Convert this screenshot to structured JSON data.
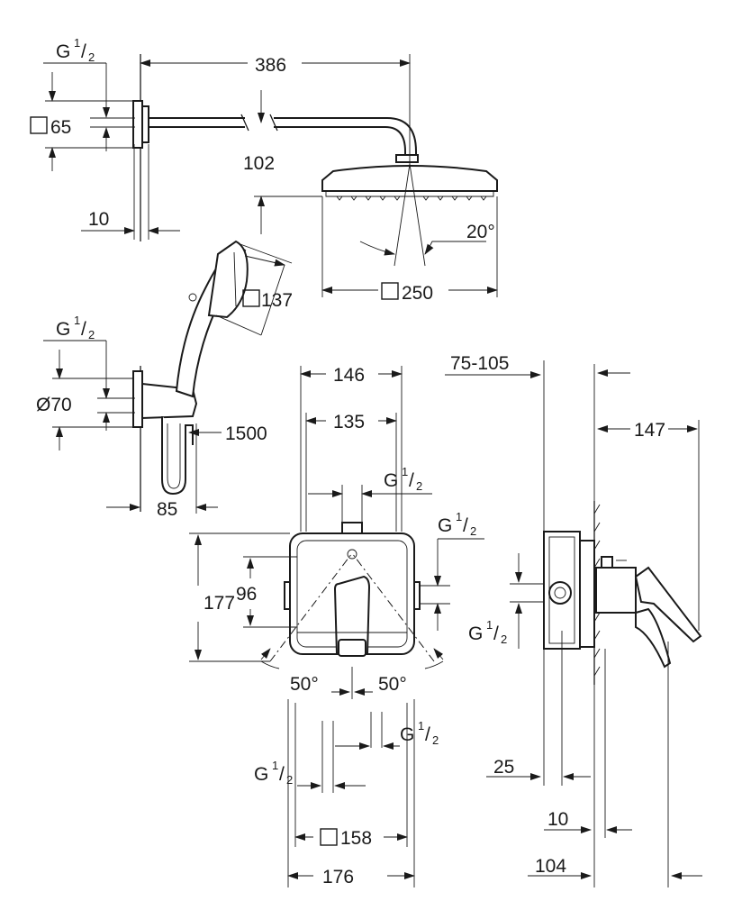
{
  "dimensions": {
    "shower_arm_length": "386",
    "arm_thread": {
      "main": "G",
      "num": "1",
      "den": "2"
    },
    "arm_flange_square": "65",
    "arm_drop": "102",
    "arm_wall_offset": "10",
    "angle_head": "20°",
    "head_square": "250",
    "hand_shower_square": "137",
    "holder_thread": {
      "main": "G",
      "num": "1",
      "den": "2"
    },
    "holder_diameter": "Ø70",
    "hose_length": "1500",
    "holder_projection": "85",
    "mixer_width_outer": "146",
    "mixer_width_inner": "135",
    "mixer_top_thread": {
      "main": "G",
      "num": "1",
      "den": "2"
    },
    "mixer_right_thread": {
      "main": "G",
      "num": "1",
      "den": "2"
    },
    "mixer_height": "177",
    "mixer_inner_height": "96",
    "angle_left": "50°",
    "angle_right": "50°",
    "outlet_thread_right": {
      "main": "G",
      "num": "1",
      "den": "2"
    },
    "outlet_thread_left": {
      "main": "G",
      "num": "1",
      "den": "2"
    },
    "plate_square": "158",
    "plate_width": "176",
    "install_depth": "75-105",
    "side_total_depth": "147",
    "side_thread": {
      "main": "G",
      "num": "1",
      "den": "2"
    },
    "side_25": "25",
    "side_10": "10",
    "side_104": "104"
  }
}
